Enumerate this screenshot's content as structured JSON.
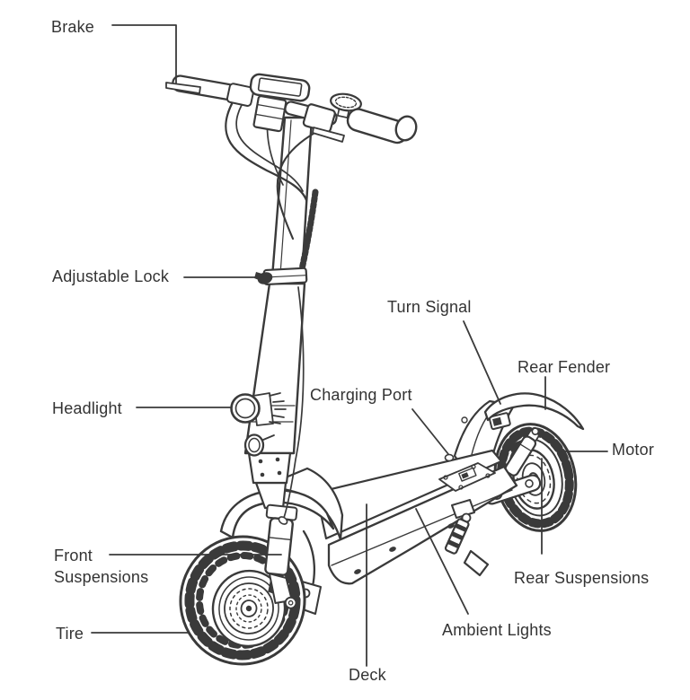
{
  "diagram": {
    "subject": "Electric Scooter",
    "kind": "labeled parts diagram",
    "part_count": 12
  },
  "style": {
    "background": "#ffffff",
    "line_color": "#3a3a3a",
    "text_color": "#333333"
  },
  "labels": {
    "brake": {
      "text": "Brake"
    },
    "adjustable_lock": {
      "text": "Adjustable Lock"
    },
    "headlight": {
      "text": "Headlight"
    },
    "front_suspensions": {
      "line1": "Front",
      "line2": "Suspensions"
    },
    "tire": {
      "text": "Tire"
    },
    "deck": {
      "text": "Deck"
    },
    "ambient_lights": {
      "text": "Ambient Lights"
    },
    "rear_suspensions": {
      "text": "Rear Suspensions"
    },
    "motor": {
      "text": "Motor"
    },
    "rear_fender": {
      "text": "Rear Fender"
    },
    "turn_signal": {
      "text": "Turn Signal"
    },
    "charging_port": {
      "text": "Charging Port"
    }
  }
}
